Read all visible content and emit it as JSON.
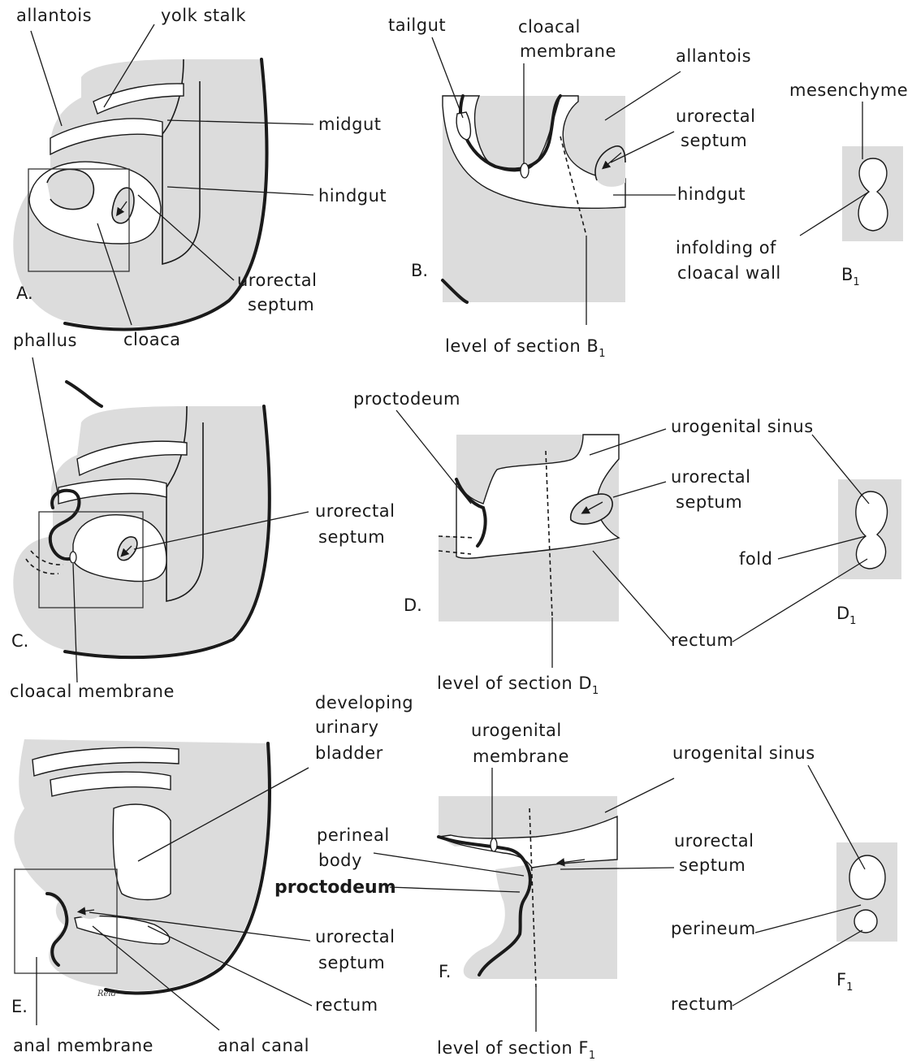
{
  "panels": {
    "A": {
      "letter": "A.",
      "labels": {
        "allantois": "allantois",
        "yolk_stalk": "yolk stalk",
        "midgut": "midgut",
        "hindgut": "hindgut",
        "urorectal_septum_1": "urorectal",
        "urorectal_septum_2": "septum",
        "cloaca": "cloaca"
      }
    },
    "B": {
      "letter": "B.",
      "labels": {
        "tailgut": "tailgut",
        "cloacal_membrane_1": "cloacal",
        "cloacal_membrane_2": "membrane",
        "allantois": "allantois",
        "urorectal_septum_1": "urorectal",
        "urorectal_septum_2": "septum",
        "hindgut": "hindgut",
        "level_of_section": "level of section B",
        "level_sub": "1"
      }
    },
    "B1": {
      "letter": "B",
      "letter_sub": "1",
      "labels": {
        "mesenchyme": "mesenchyme",
        "infolding_1": "infolding of",
        "infolding_2": "cloacal wall"
      }
    },
    "C": {
      "letter": "C.",
      "labels": {
        "phallus": "phallus",
        "urorectal_septum_1": "urorectal",
        "urorectal_septum_2": "septum",
        "cloacal_membrane": "cloacal membrane"
      }
    },
    "D": {
      "letter": "D.",
      "labels": {
        "proctodeum": "proctodeum",
        "urogenital_sinus": "urogenital sinus",
        "urorectal_septum_1": "urorectal",
        "urorectal_septum_2": "septum",
        "rectum": "rectum",
        "level_of_section": "level of section D",
        "level_sub": "1"
      }
    },
    "D1": {
      "letter": "D",
      "letter_sub": "1",
      "labels": {
        "fold": "fold"
      }
    },
    "E": {
      "letter": "E.",
      "signature": "Reid",
      "labels": {
        "developing_1": "developing",
        "developing_2": "urinary",
        "developing_3": "bladder",
        "urorectal_septum_1": "urorectal",
        "urorectal_septum_2": "septum",
        "rectum": "rectum",
        "anal_membrane": "anal membrane",
        "anal_canal": "anal canal"
      }
    },
    "F": {
      "letter": "F.",
      "labels": {
        "urogenital_membrane_1": "urogenital",
        "urogenital_membrane_2": "membrane",
        "urogenital_sinus": "urogenital sinus",
        "perineal_body_1": "perineal",
        "perineal_body_2": "body",
        "proctodeum": "proctodeum",
        "urorectal_septum_1": "urorectal",
        "urorectal_septum_2": "septum",
        "level_of_section": "level of section F",
        "level_sub": "1"
      }
    },
    "F1": {
      "letter": "F",
      "letter_sub": "1",
      "labels": {
        "perineum": "perineum",
        "rectum": "rectum"
      }
    }
  },
  "colors": {
    "tissue": "#dcdcdc",
    "ink": "#1a1a1a",
    "background": "#ffffff"
  }
}
